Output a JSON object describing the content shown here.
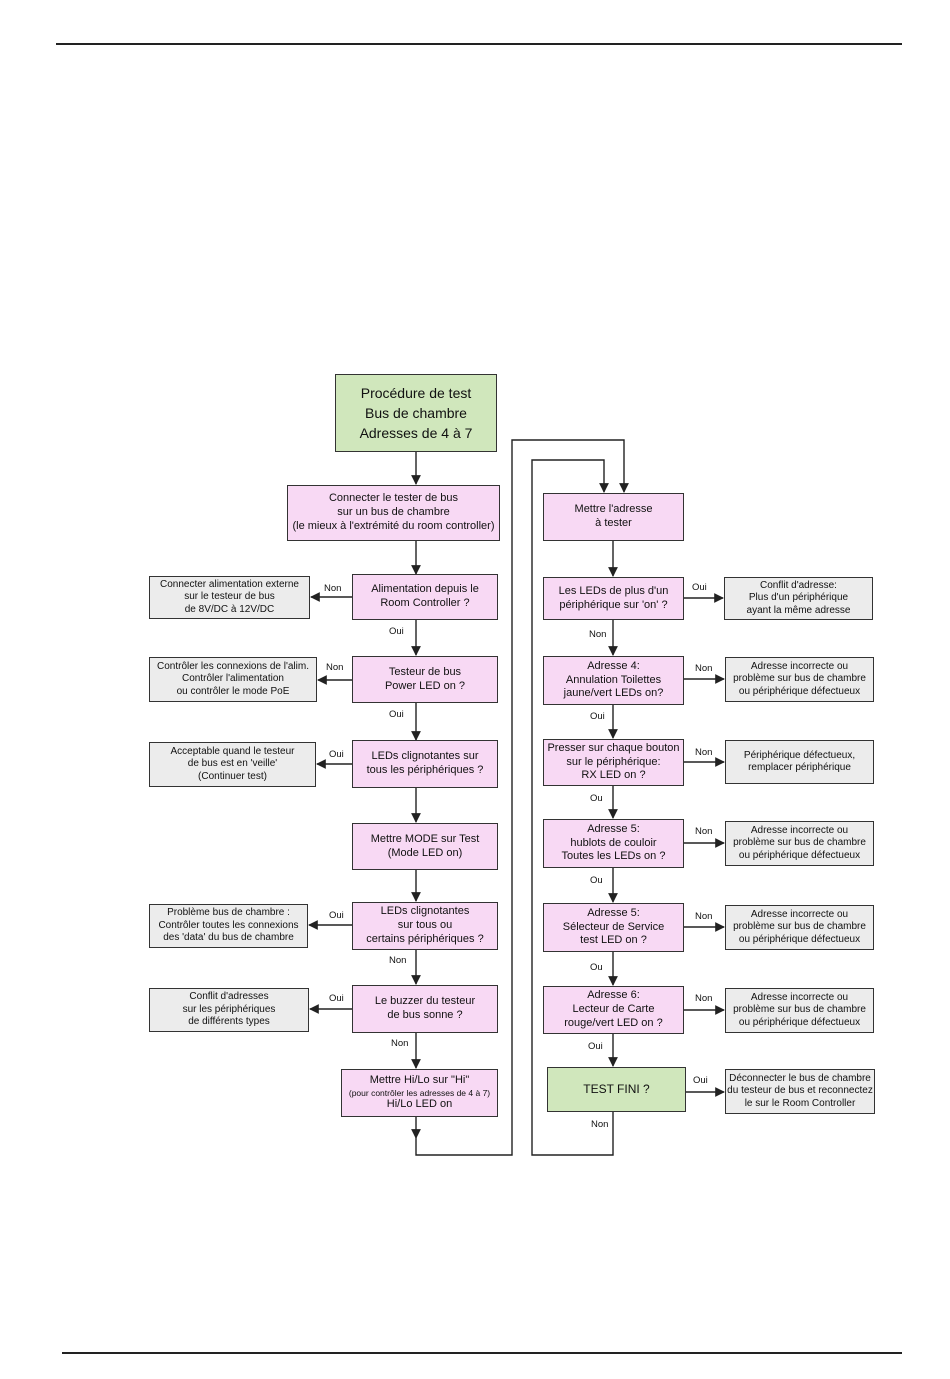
{
  "flowchart": {
    "title": "Procédure de test\nBus de chambre\nAdresses de  4 à 7",
    "left": {
      "connect": "Connecter le tester de bus\nsur un bus de chambre\n(le mieux à l'extrémité du room controller)",
      "alim_q": "Alimentation depuis le\nRoom Controller ?",
      "alim_no": "Connecter alimentation externe\nsur le testeur de bus\nde 8V/DC à 12V/DC",
      "power_q": "Testeur de bus\nPower LED on ?",
      "power_no": "Contrôler les connexions de l'alim.\nContrôler l'alimentation\nou contrôler le mode PoE",
      "leds_all_q": "LEDs clignotantes sur\ntous les périphériques ?",
      "leds_all_yes": "Acceptable quand le testeur\nde bus est en 'veille'\n(Continuer  test)",
      "mode_test": "Mettre MODE  sur  Test\n(Mode LED on)",
      "leds_some_q": "LEDs clignotantes\nsur tous ou\ncertains périphériques ?",
      "leds_some_yes": "Problème bus de chambre :\nContrôler toutes les connexions\ndes  'data' du bus de chambre",
      "buzzer_q": "Le buzzer du testeur\nde bus sonne ?",
      "buzzer_yes": "Conflit d'adresses\nsur les périphériques\nde différents types",
      "hilo_main": "Mettre  Hi/Lo  sur  \"Hi\"",
      "hilo_small": "(pour contrôler les adresses de 4 à 7)",
      "hilo_last": "Hi/Lo LED on"
    },
    "right": {
      "set_addr": "Mettre l'adresse\nà tester",
      "multi_q": "Les LEDs de plus d'un\npériphérique sur 'on' ?",
      "multi_yes": "Conflit d'adresse:\nPlus d'un périphérique\nayant la même adresse",
      "addr4_q": "Adresse 4:\nAnnulation Toilettes\njaune/vert  LEDs on?",
      "addr4_no": "Adresse incorrecte ou\nproblème sur bus de chambre\nou périphérique défectueux",
      "press_q": "Presser sur chaque bouton\nsur le périphérique:\nRX LED on ?",
      "press_no": "Périphérique défectueux,\nremplacer périphérique",
      "addr5a_q": "Adresse 5:\nhublots de couloir\nToutes les  LEDs on ?",
      "addr5a_no": "Adresse incorrecte ou\nproblème sur bus de chambre\nou périphérique défectueux",
      "addr5b_q": "Adresse 5:\nSélecteur de Service\ntest LED on ?",
      "addr5b_no": "Adresse incorrecte ou\nproblème sur bus de chambre\nou périphérique défectueux",
      "addr6_q": "Adresse 6:\nLecteur de Carte\nrouge/vert LED on ?",
      "addr6_no": "Adresse incorrecte ou\nproblème sur bus de chambre\nou périphérique défectueux",
      "fini_q": "TEST FINI ?",
      "fini_yes": "Déconnecter le bus de chambre\ndu testeur de bus et reconnectez\nle sur le Room Controller"
    },
    "labels": {
      "oui": "Oui",
      "non": "Non",
      "ou": "Ou"
    }
  },
  "colors": {
    "decision_fill": "#f8d9f4",
    "outcome_fill": "#ececec",
    "terminal_fill": "#d0e7bc",
    "line": "#222222"
  }
}
